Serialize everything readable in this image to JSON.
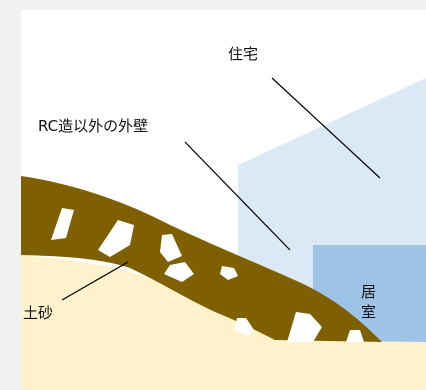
{
  "labels": {
    "house": "住宅",
    "rc_wall": "RC造以外の外壁",
    "soil": "土砂",
    "room_line1": "居",
    "room_line2": "室"
  },
  "colors": {
    "frame_bg": "#f1f1f1",
    "panel_bg": "#ffffff",
    "house_fill": "#dce8f5",
    "room_fill": "#9dc3e6",
    "landslide_fill": "#7f6000",
    "ground_fill": "#fff2cc",
    "rock_fill": "#ffffff",
    "line_color": "#000000"
  }
}
